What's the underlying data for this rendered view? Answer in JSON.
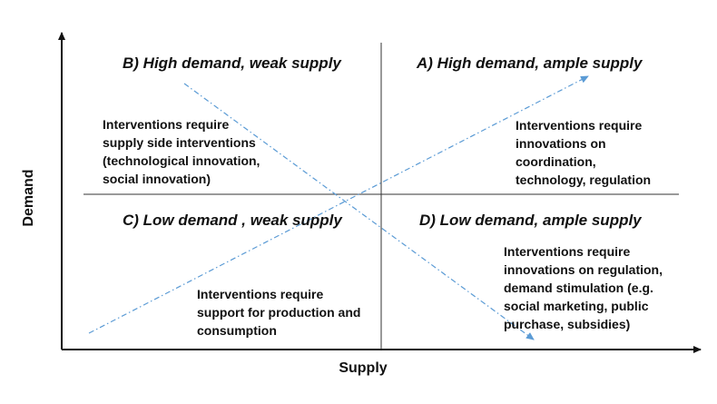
{
  "axes": {
    "x_label": "Supply",
    "y_label": "Demand"
  },
  "colors": {
    "axis": "#111111",
    "divider": "#333333",
    "trend_lines": "#5b9bd5",
    "text": "#111111"
  },
  "quadrants": {
    "b": {
      "title": "B) High demand, weak supply",
      "body": "Interventions require\nsupply side interventions\n(technological innovation,\nsocial innovation)"
    },
    "a": {
      "title": "A) High demand, ample supply",
      "body": "Interventions require\ninnovations on\ncoordination,\ntechnology, regulation"
    },
    "c": {
      "title": "C) Low demand , weak supply",
      "body": "Interventions require\nsupport for production and\nconsumption"
    },
    "d": {
      "title": "D) Low demand, ample supply",
      "body": "Interventions require\ninnovations on regulation,\ndemand stimulation (e.g.\nsocial marketing, public\npurchase, subsidies)"
    }
  }
}
